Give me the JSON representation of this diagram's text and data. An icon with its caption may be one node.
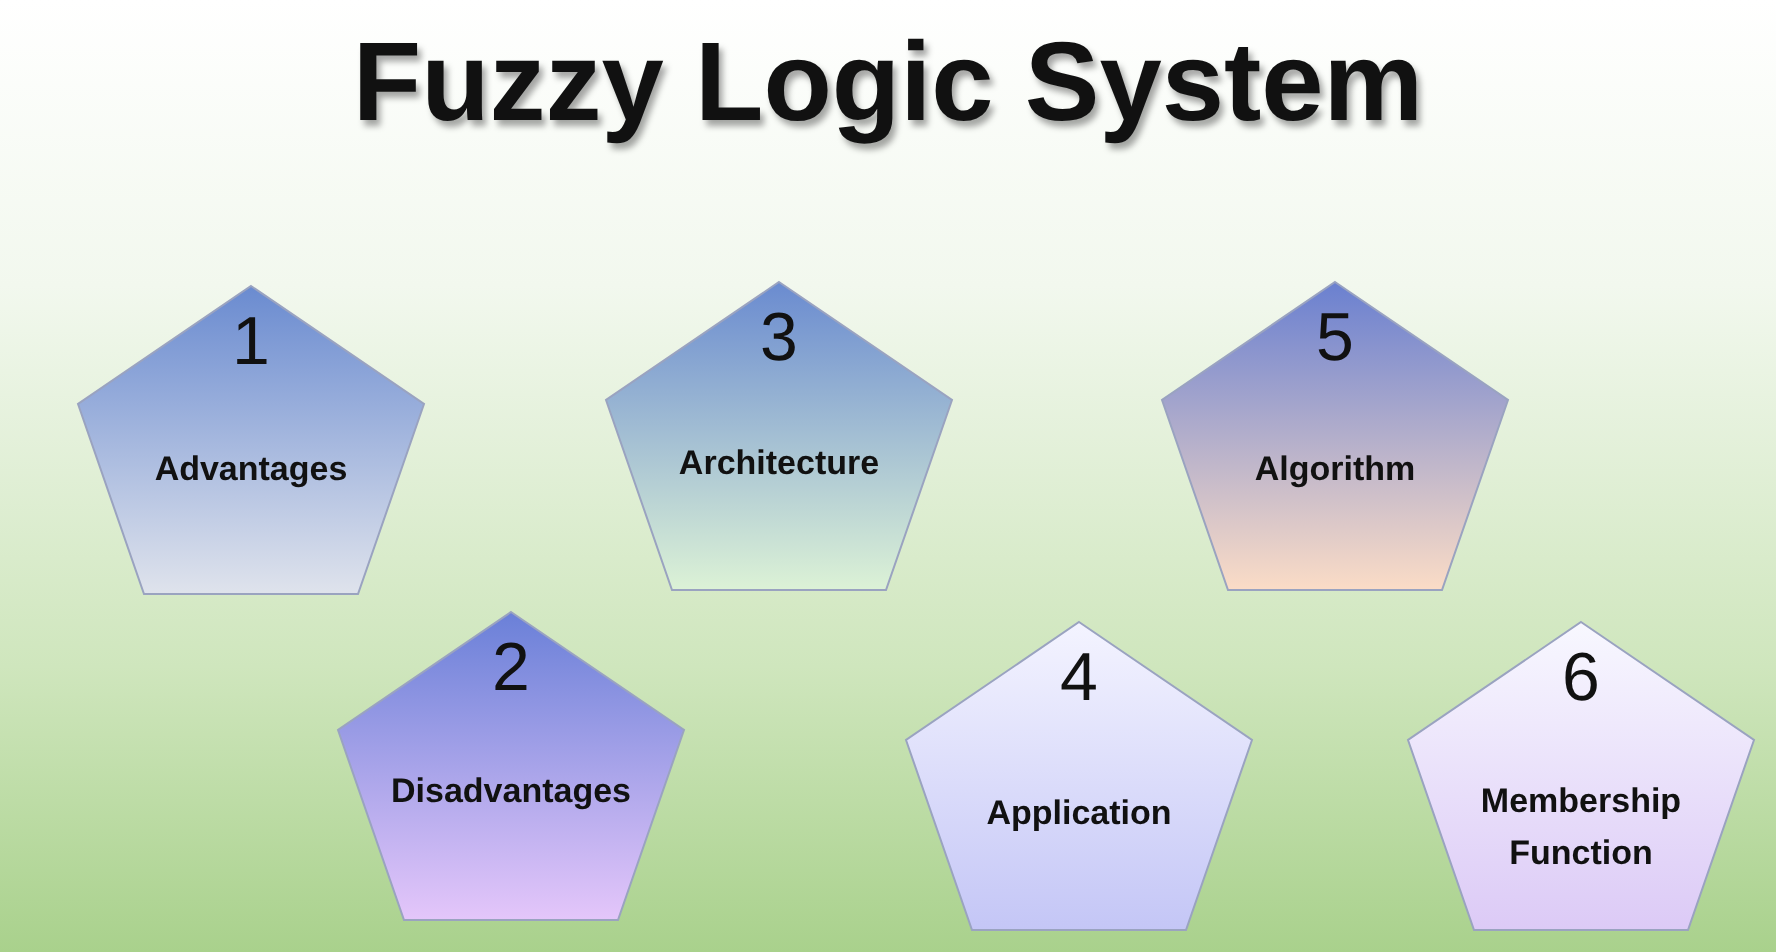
{
  "diagram": {
    "title": "Fuzzy Logic System",
    "nodes": [
      {
        "text": [
          "1",
          "Advantages"
        ]
      },
      {
        "text": [
          "2",
          "Disadvantages"
        ]
      },
      {
        "text": [
          "3",
          "Architecture"
        ]
      },
      {
        "text": [
          "4",
          "Application"
        ]
      },
      {
        "text": [
          "5",
          "Algorithm"
        ]
      },
      {
        "text": [
          "6",
          "Membership Function"
        ]
      }
    ]
  }
}
